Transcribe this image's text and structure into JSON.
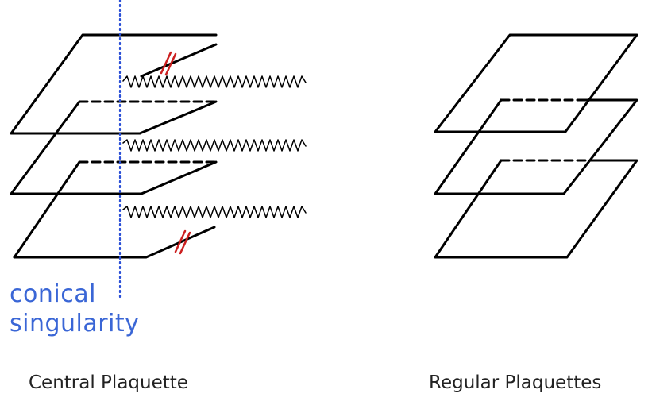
{
  "colors": {
    "stroke": "#000000",
    "axis": "#2a4fd6",
    "cut_mark": "#cc1f1f",
    "label_blue": "#3a66d6",
    "caption": "#222222"
  },
  "left_panel": {
    "axis_label_line1": "conical",
    "axis_label_line2": "singularity",
    "caption": "Central Plaquette"
  },
  "right_panel": {
    "caption": "Regular Plaquettes"
  }
}
